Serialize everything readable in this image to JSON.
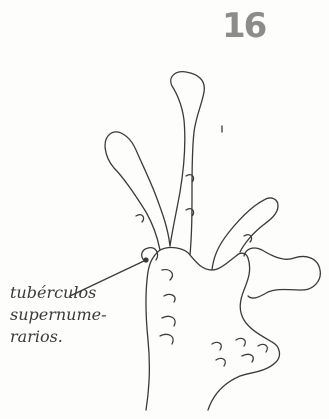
{
  "figure": {
    "number": "16",
    "callout_lines": [
      "tubérculos",
      "supernume-",
      "rarios."
    ]
  },
  "colors": {
    "ink": "#3a3a3a",
    "number": "#8c8c8c",
    "paper": "#fdfdfb"
  }
}
